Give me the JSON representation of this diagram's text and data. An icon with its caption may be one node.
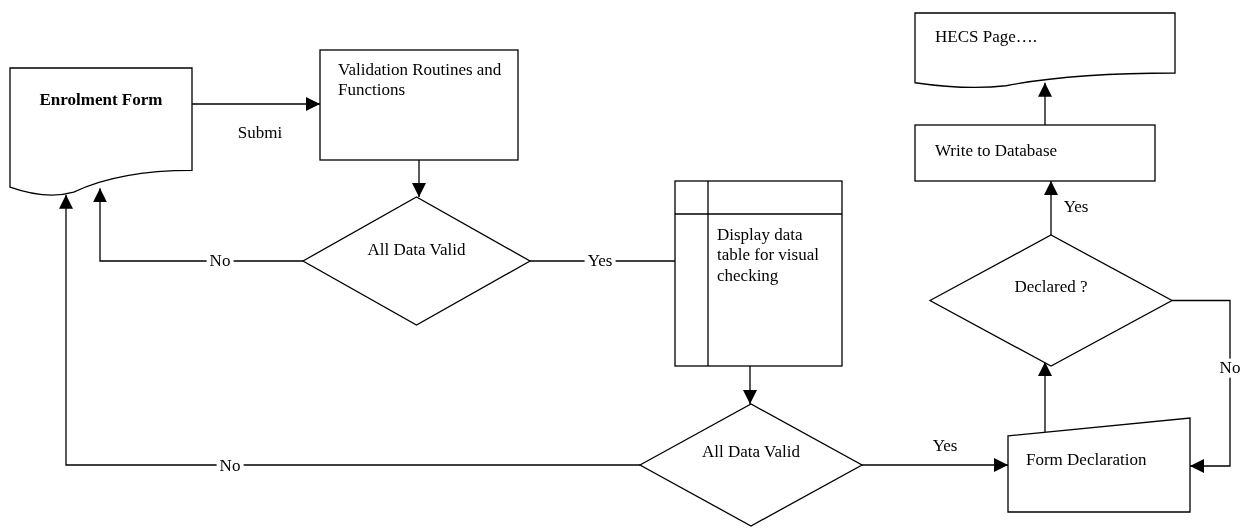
{
  "diagram": {
    "nodes": [
      {
        "text": [
          "Enrolment Form"
        ]
      },
      {
        "text": [
          "Validation Routines and Functions"
        ]
      },
      {
        "text": [
          "All Data Valid"
        ]
      },
      {
        "text": [
          "Display data table for visual checking"
        ]
      },
      {
        "text": [
          "All Data Valid"
        ]
      },
      {
        "text": [
          "Form Declaration"
        ]
      },
      {
        "text": [
          "Declared ?"
        ]
      },
      {
        "text": [
          "Write to Database"
        ]
      },
      {
        "text": [
          "HECS Page…."
        ]
      }
    ],
    "edges": [
      {
        "from": 0,
        "to": 1,
        "arrow": "to",
        "label": "Submi"
      },
      {
        "from": 1,
        "to": 2,
        "arrow": "to"
      },
      {
        "from": 2,
        "to": 0,
        "arrow": "to",
        "label": "No"
      },
      {
        "from": 2,
        "to": 3,
        "arrow": "none",
        "label": "Yes"
      },
      {
        "from": 3,
        "to": 4,
        "arrow": "to"
      },
      {
        "from": 4,
        "to": 0,
        "arrow": "to",
        "label": "No"
      },
      {
        "from": 4,
        "to": 5,
        "arrow": "to",
        "label": "Yes"
      },
      {
        "from": 5,
        "to": 6,
        "arrow": "to"
      },
      {
        "from": 6,
        "to": 7,
        "arrow": "to",
        "label": "Yes"
      },
      {
        "from": 6,
        "to": 5,
        "arrow": "to",
        "label": "No"
      },
      {
        "from": 7,
        "to": 8,
        "arrow": "to"
      }
    ]
  }
}
